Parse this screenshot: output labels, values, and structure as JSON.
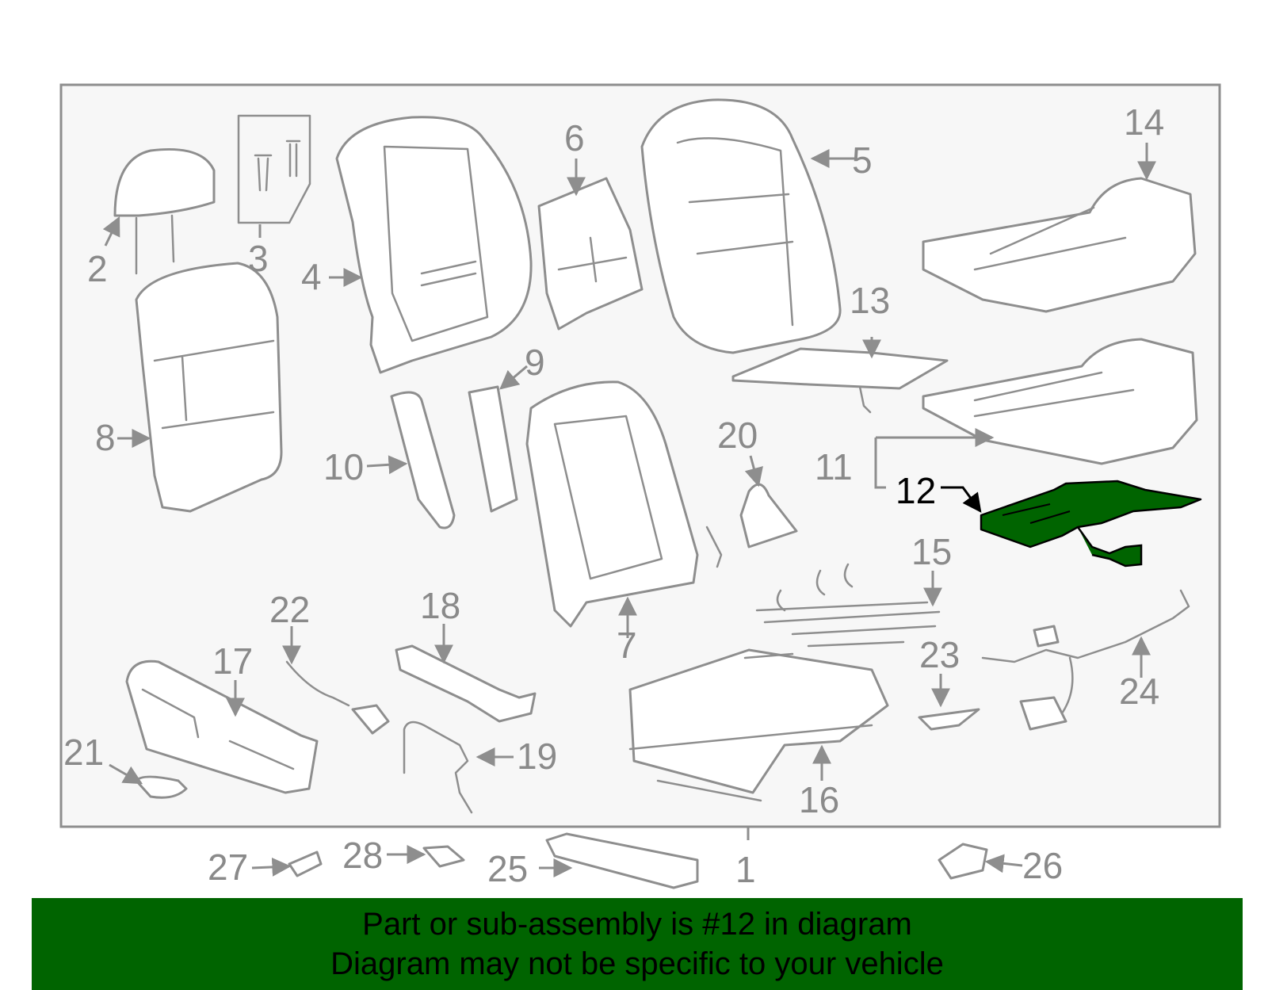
{
  "banner": {
    "line1": "Part or sub-assembly is #12 in diagram",
    "line2": "Diagram may not be specific to your vehicle",
    "background": "#006400"
  },
  "highlight": {
    "label": "12",
    "color": "#006400"
  },
  "callouts": {
    "c1": "1",
    "c2": "2",
    "c3": "3",
    "c4": "4",
    "c5": "5",
    "c6": "6",
    "c7": "7",
    "c8": "8",
    "c9": "9",
    "c10": "10",
    "c11": "11",
    "c12": "12",
    "c13": "13",
    "c14": "14",
    "c15": "15",
    "c16": "16",
    "c17": "17",
    "c18": "18",
    "c19": "19",
    "c20": "20",
    "c21": "21",
    "c22": "22",
    "c23": "23",
    "c24": "24",
    "c25": "25",
    "c26": "26",
    "c27": "27",
    "c28": "28"
  }
}
